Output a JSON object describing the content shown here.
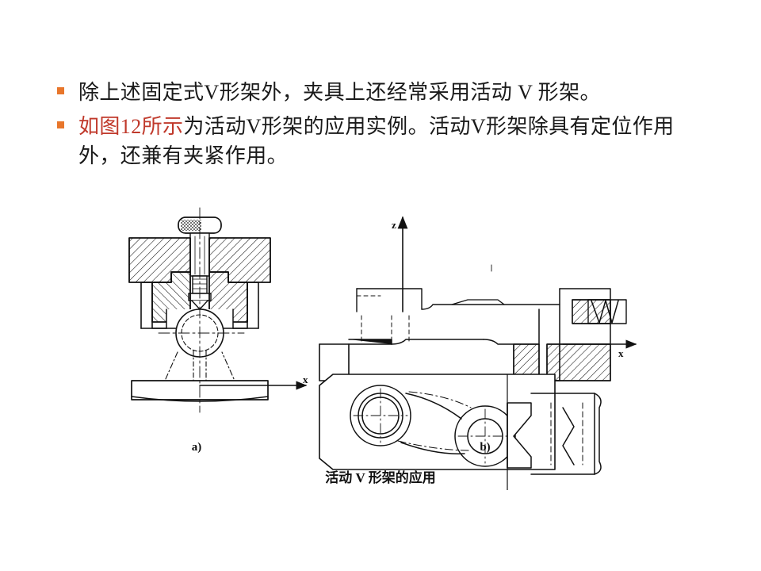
{
  "slide": {
    "background_color": "#ffffff",
    "bullet_color": "#E8762B",
    "text_color": "#1a1a1a",
    "highlight_color": "#C0392B"
  },
  "bullets": [
    {
      "id": "bullet-1",
      "segments": [
        {
          "text": "除上述固定式V形架外，夹具上还经常采用活动 V 形架。",
          "style": "normal"
        }
      ],
      "plain": "除上述固定式V形架外，夹具上还经常采用活动 V 形架。"
    },
    {
      "id": "bullet-2",
      "segments": [
        {
          "text": "如图12所示",
          "style": "red"
        },
        {
          "text": "为活动V形架的应用实例。活动V形架除具有定位作用外，还兼有夹紧作用。",
          "style": "normal"
        }
      ],
      "highlight": "如图12所示",
      "rest": "为活动V形架的应用实例。活动V形架除具有定位作用外，还兼有夹紧作用。"
    }
  ],
  "figure": {
    "caption": "活动 V 形架的应用",
    "subfigures": [
      {
        "label": "a)",
        "description": "movable-v-block-section-view"
      },
      {
        "label": "b)",
        "description": "movable-v-block-assembly-views"
      }
    ],
    "axis_labels": {
      "left_x": "x",
      "right_z": "z",
      "right_x": "x"
    }
  }
}
